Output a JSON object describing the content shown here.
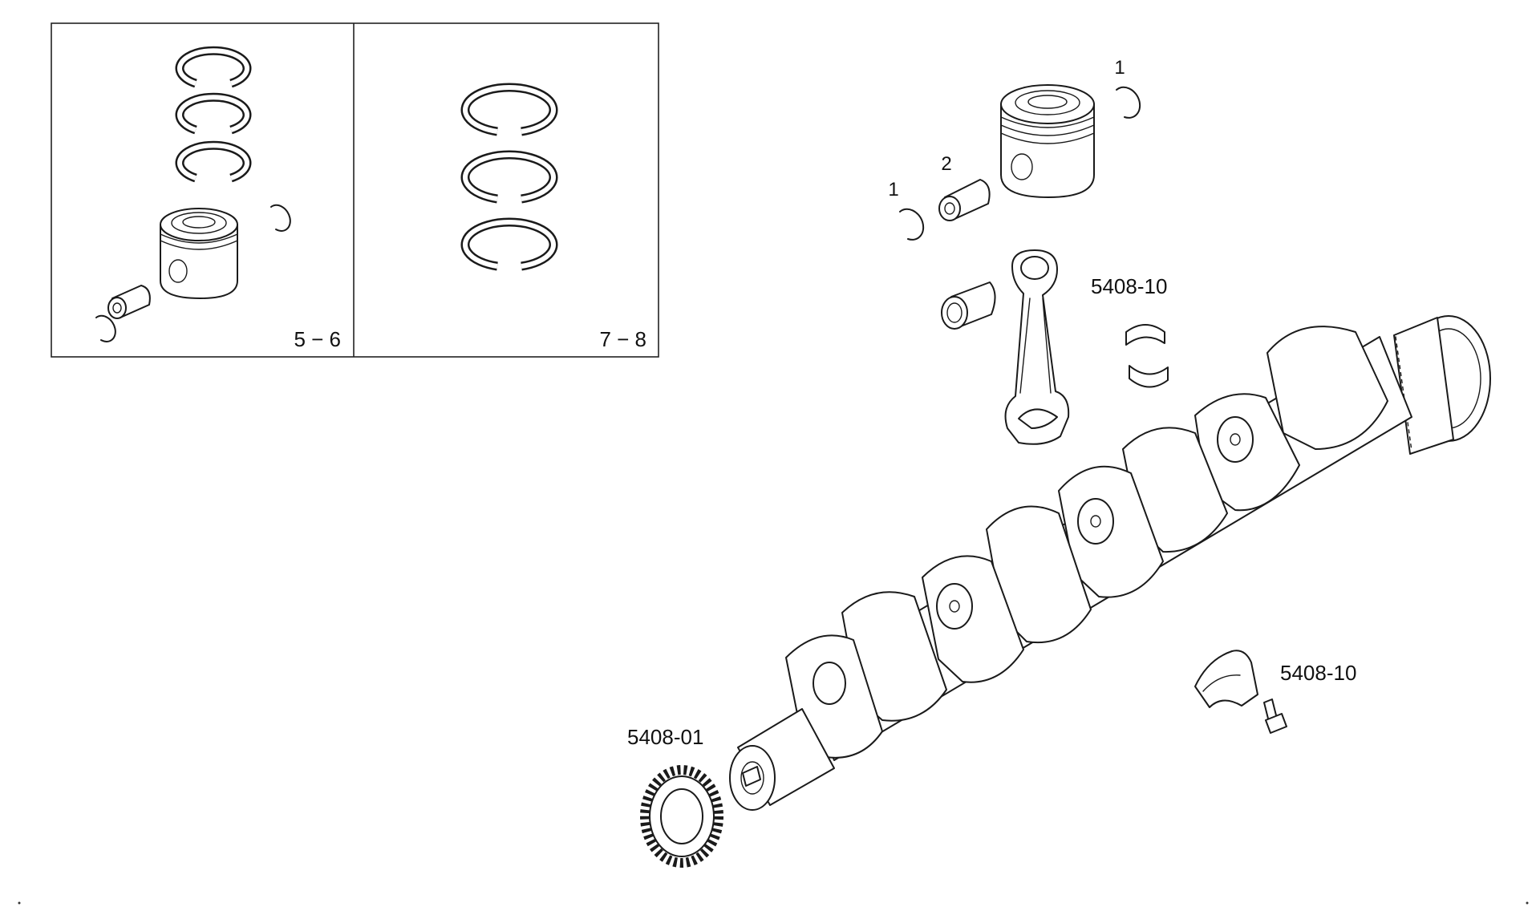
{
  "inset_panels": [
    {
      "label": "5 − 6"
    },
    {
      "label": "7 − 8"
    }
  ],
  "callouts": {
    "piston_ring_clip_top": "1",
    "piston_pin": "2",
    "piston_ring_clip_left": "1",
    "connecting_rod": "5408-10",
    "main_bearing": "5408-10",
    "crankshaft_gear": "5408-01"
  }
}
